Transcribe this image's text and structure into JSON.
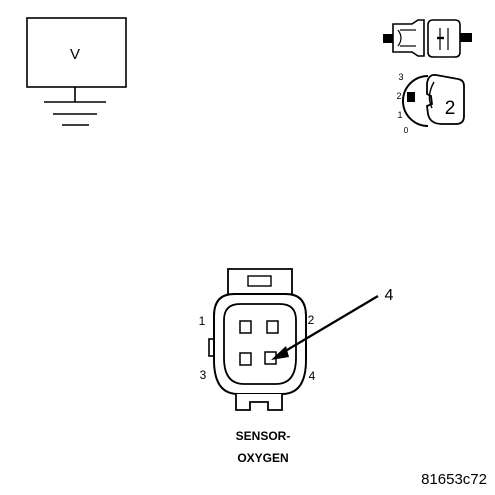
{
  "voltmeter": {
    "symbol": "V"
  },
  "key_selector": {
    "position_numbers": [
      "3",
      "2",
      "1",
      "0"
    ],
    "selected_position": "2"
  },
  "connector": {
    "callout_number": "4",
    "pin_numbers": [
      "1",
      "2",
      "3",
      "4"
    ],
    "label_line1": "SENSOR-",
    "label_line2": "OXYGEN"
  },
  "figure_id": "81653c72"
}
